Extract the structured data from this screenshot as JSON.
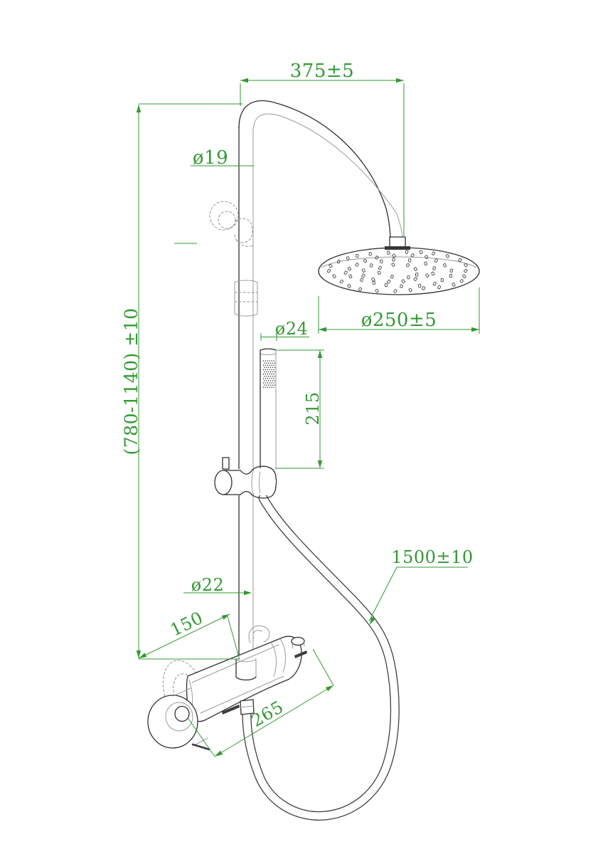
{
  "meta": {
    "background_color": "#ffffff",
    "dimension_color": "#339933",
    "outline_color": "#2f2f2f",
    "secondary_line_color": "#9a9a9a"
  },
  "labels": {
    "top_width": "375±5",
    "riser_upper_dia": "ø19",
    "height_range": "(780-1140) ±10",
    "head_dia": "ø250±5",
    "handset_dia": "ø24",
    "handset_len": "215",
    "hose_len": "1500±10",
    "riser_lower_dia": "ø22",
    "wall_distance": "150",
    "valve_width": "265"
  }
}
